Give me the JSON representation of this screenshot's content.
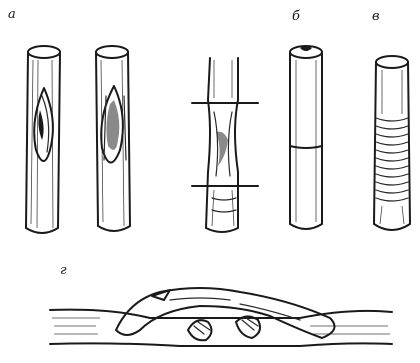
{
  "labels": {
    "a": "а",
    "b": "б",
    "v": "в",
    "g": "г"
  },
  "colors": {
    "ink": "#1a1a1a",
    "background": "#ffffff"
  }
}
